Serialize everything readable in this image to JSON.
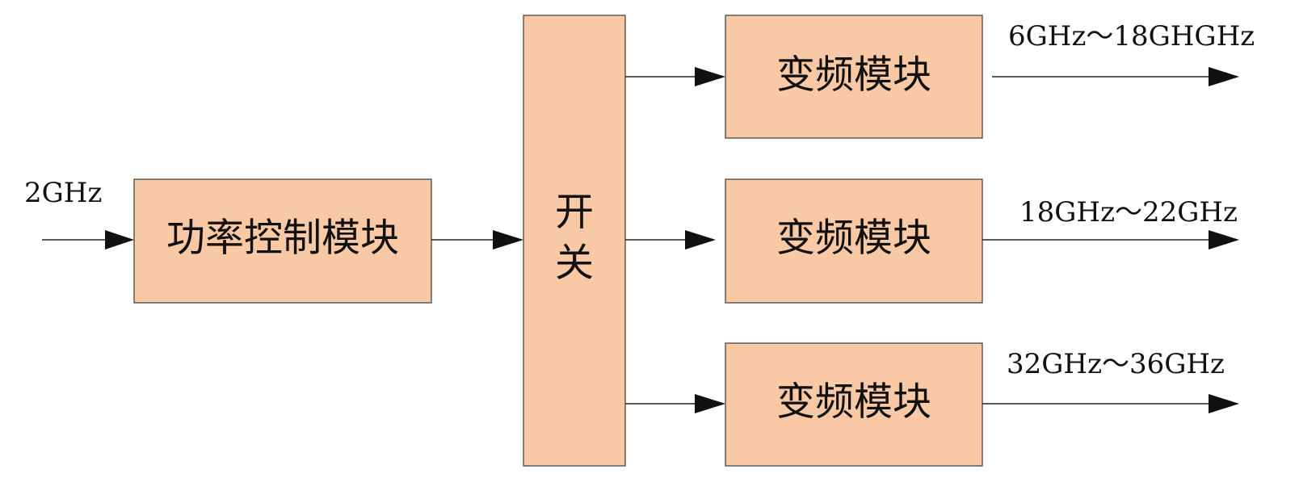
{
  "input_label": "2GHz",
  "power_control": {
    "label": "功率控制模块"
  },
  "switch": {
    "label_top": "开",
    "label_bottom": "关"
  },
  "converters": [
    {
      "label": "变频模块",
      "output_label": "6GHz～18GHGHz"
    },
    {
      "label": "变频模块",
      "output_label": "18GHz～22GHz"
    },
    {
      "label": "变频模块",
      "output_label": "32GHz～36GHz"
    }
  ],
  "colors": {
    "box_fill": "#f8c9a4",
    "stroke": "#3a3a3a",
    "arrow": "#111111"
  }
}
